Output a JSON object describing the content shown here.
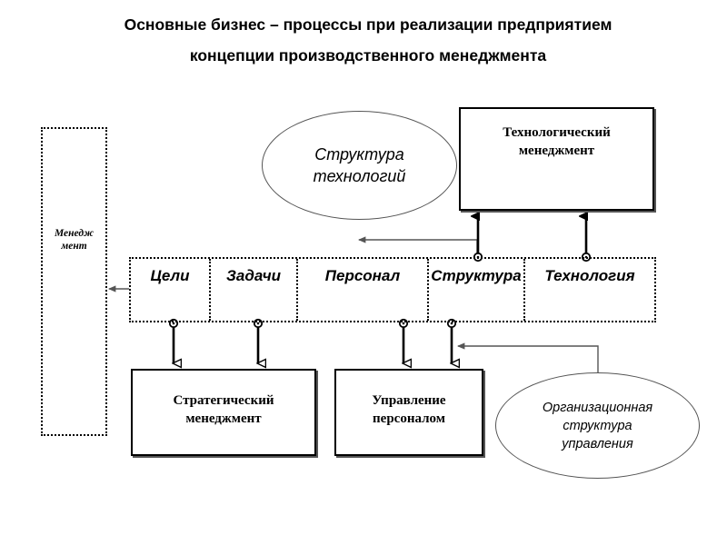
{
  "title": {
    "line1": "Основные бизнес – процессы при реализации предприятием",
    "line2": "концепции производственного менеджмента"
  },
  "management_container": {
    "label_line1": "Менедж",
    "label_line2": "мент"
  },
  "resource_row": {
    "cells": [
      {
        "label": "Цели"
      },
      {
        "label": "Задачи"
      },
      {
        "label": "Персонал"
      },
      {
        "label": "Структура"
      },
      {
        "label": "Технология"
      }
    ]
  },
  "boxes": {
    "tech_management": {
      "line1": "Технологический",
      "line2": "менеджмент"
    },
    "strategic_management": {
      "line1": "Стратегический",
      "line2": "менеджмент"
    },
    "personnel_management": {
      "line1": "Управление",
      "line2": "персоналом"
    }
  },
  "ellipses": {
    "tech_structure": {
      "line1": "Структура",
      "line2": "технологий"
    },
    "org_structure": {
      "line1": "Организационная",
      "line2": "структура",
      "line3": "управления"
    }
  },
  "colors": {
    "stroke": "#000000",
    "ellipse_stroke": "#555555",
    "background": "#ffffff"
  }
}
